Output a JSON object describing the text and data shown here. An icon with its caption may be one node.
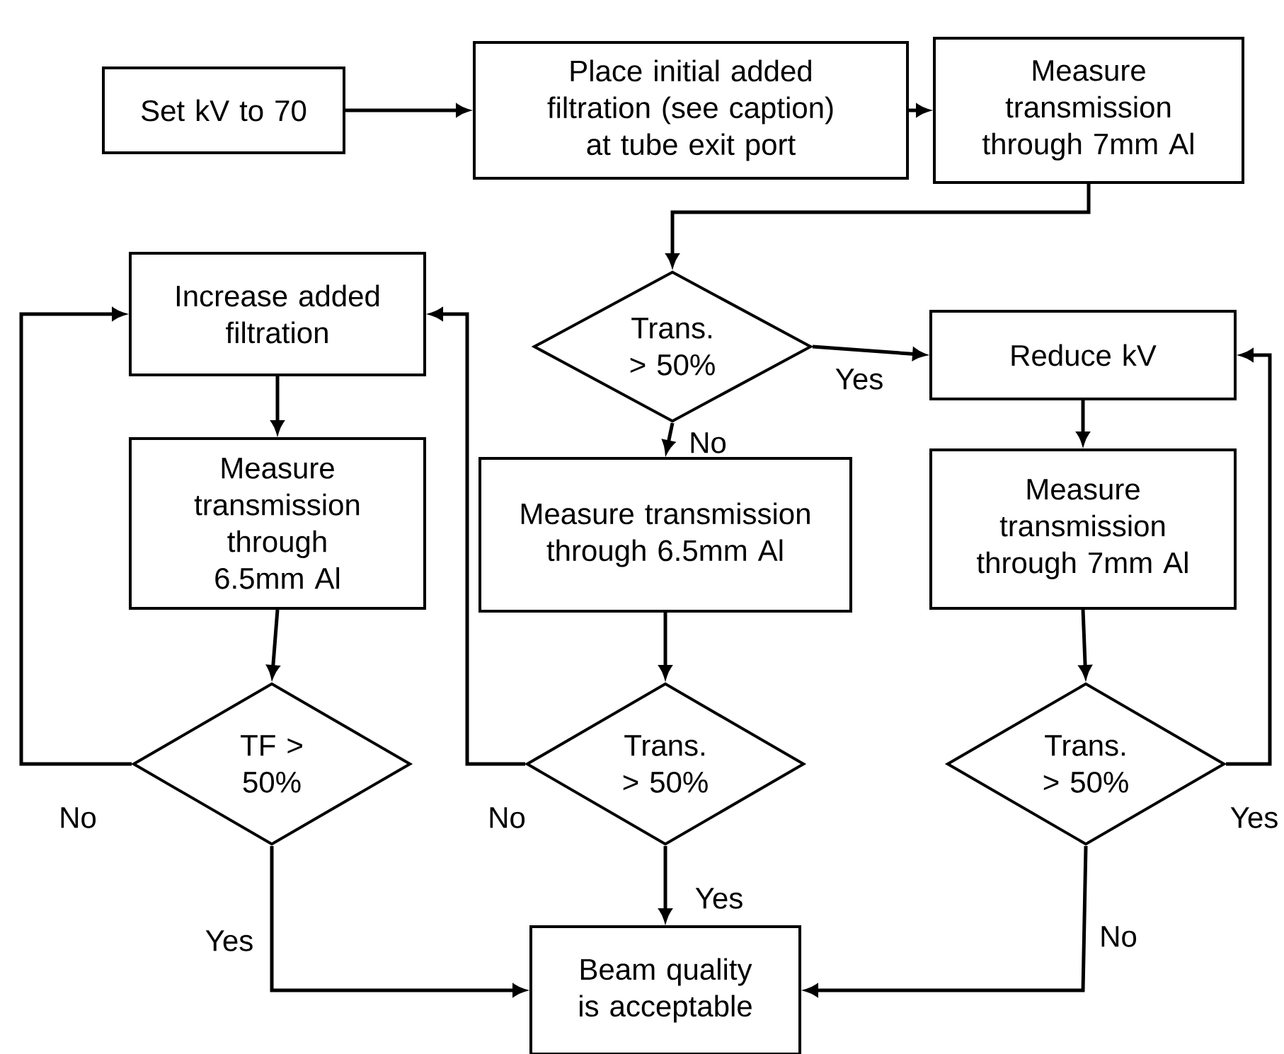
{
  "diagram": {
    "nodes": [
      {
        "text": [
          "Set kV to 70"
        ]
      },
      {
        "text": [
          "Place initial added filtration (see caption) at tube exit port"
        ]
      },
      {
        "text": [
          "Measure transmission through 7mm Al"
        ]
      },
      {
        "text": [
          "Trans. > 50%"
        ]
      },
      {
        "text": [
          "Reduce kV"
        ]
      },
      {
        "text": [
          "Increase added filtration"
        ]
      },
      {
        "text": [
          "Measure transmission through 6.5mm Al"
        ]
      },
      {
        "text": [
          "Measure transmission through 6.5mm Al"
        ]
      },
      {
        "text": [
          "Measure transmission through 7mm Al"
        ]
      },
      {
        "text": [
          "TF > 50%"
        ]
      },
      {
        "text": [
          "Trans. > 50%"
        ]
      },
      {
        "text": [
          "Trans. > 50%"
        ]
      },
      {
        "text": [
          "Beam quality is acceptable"
        ]
      }
    ],
    "edges": [
      {
        "from": 0,
        "to": 1,
        "arrow": "to"
      },
      {
        "from": 1,
        "to": 2,
        "arrow": "to"
      },
      {
        "from": 2,
        "to": 3,
        "arrow": "to"
      },
      {
        "from": 3,
        "to": 4,
        "arrow": "to",
        "label": "Yes"
      },
      {
        "from": 3,
        "to": 7,
        "arrow": "to",
        "label": "No"
      },
      {
        "from": 4,
        "to": 8,
        "arrow": "to"
      },
      {
        "from": 5,
        "to": 6,
        "arrow": "to"
      },
      {
        "from": 6,
        "to": 9,
        "arrow": "to"
      },
      {
        "from": 9,
        "to": 5,
        "arrow": "to",
        "label": "No"
      },
      {
        "from": 9,
        "to": 12,
        "arrow": "to",
        "label": "Yes"
      },
      {
        "from": 7,
        "to": 10,
        "arrow": "to"
      },
      {
        "from": 10,
        "to": 5,
        "arrow": "to",
        "label": "No"
      },
      {
        "from": 10,
        "to": 12,
        "arrow": "to",
        "label": "Yes"
      },
      {
        "from": 8,
        "to": 11,
        "arrow": "to"
      },
      {
        "from": 11,
        "to": 4,
        "arrow": "to",
        "label": "Yes"
      },
      {
        "from": 11,
        "to": 12,
        "arrow": "to",
        "label": "No"
      }
    ]
  }
}
